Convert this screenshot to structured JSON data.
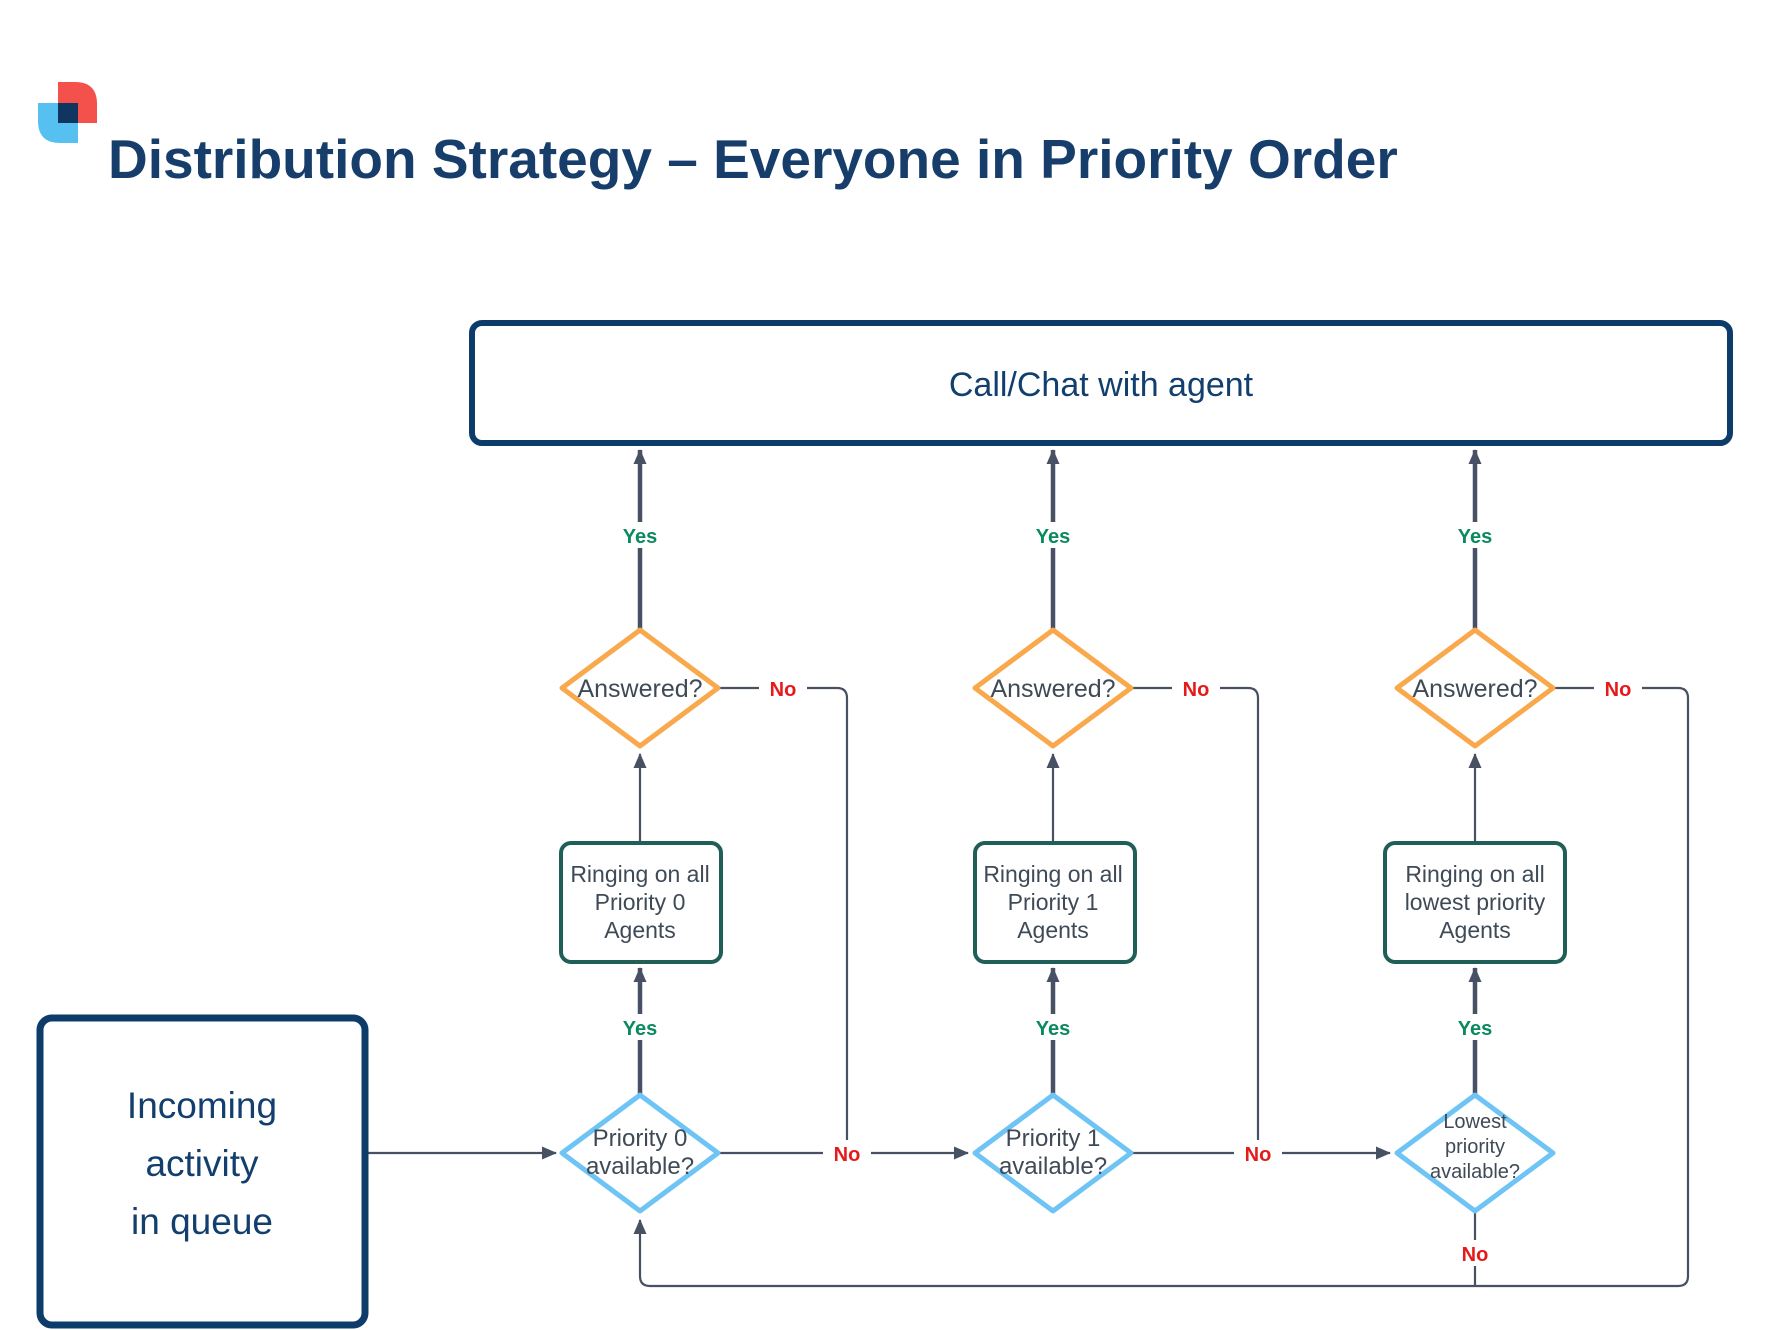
{
  "title": "Distribution Strategy – Everyone in Priority Order",
  "labels": {
    "yes": "Yes",
    "no": "No"
  },
  "nodes": {
    "call_chat": "Call/Chat with agent",
    "incoming": [
      "Incoming",
      "activity",
      "in queue"
    ],
    "columns": [
      {
        "available": [
          "Priority 0",
          "available?"
        ],
        "ringing": [
          "Ringing on all",
          "Priority 0",
          "Agents"
        ],
        "answered": "Answered?"
      },
      {
        "available": [
          "Priority 1",
          "available?"
        ],
        "ringing": [
          "Ringing on all",
          "Priority 1",
          "Agents"
        ],
        "answered": "Answered?"
      },
      {
        "available": [
          "Lowest",
          "priority",
          "available?"
        ],
        "ringing": [
          "Ringing on all",
          "lowest priority",
          "Agents"
        ],
        "answered": "Answered?"
      }
    ]
  },
  "colors": {
    "title": "#173E6B",
    "navy_border": "#0D3C6A",
    "navy_text": "#123F6E",
    "orange": "#F9A94B",
    "light_blue": "#6EC4F4",
    "teal": "#1F5F58",
    "green_yes": "#0B8A5D",
    "red_no": "#E51A1A",
    "connector": "#485163",
    "shape_text": "#3F4A57",
    "logo_red": "#F4514D",
    "logo_light_blue": "#56C1F0",
    "logo_navy": "#0F3560"
  }
}
